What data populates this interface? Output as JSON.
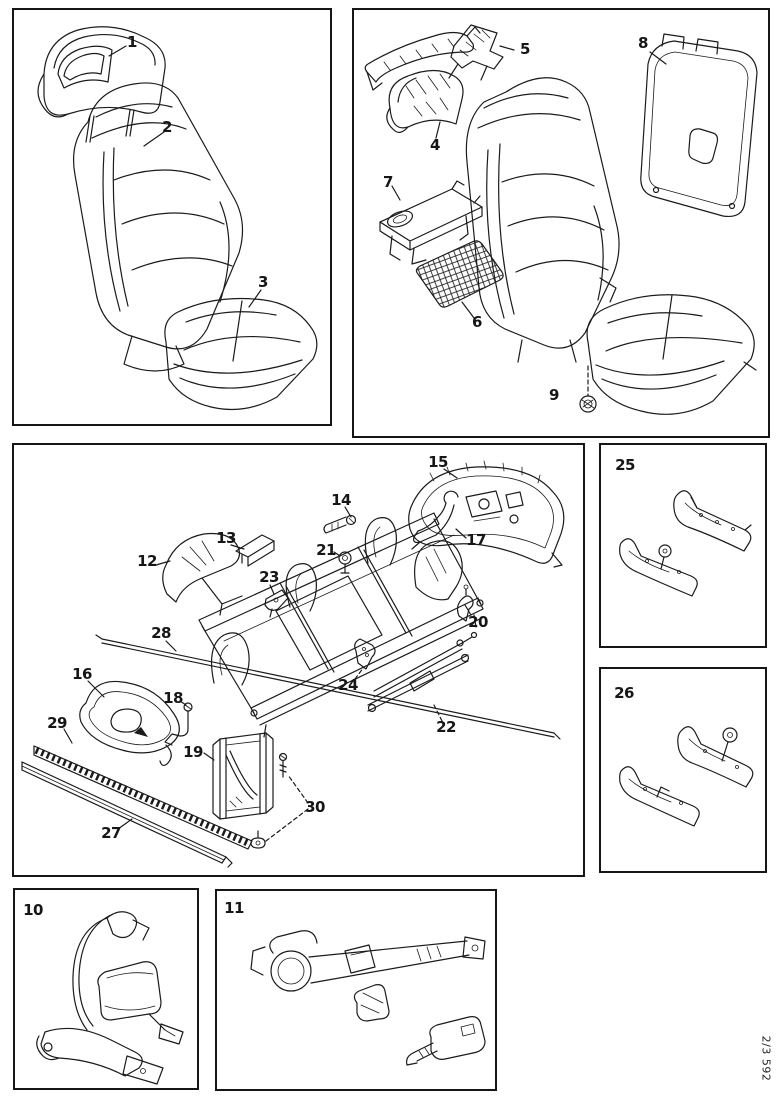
{
  "page": {
    "footer_code": "2/3 592"
  },
  "colors": {
    "ink": "#1b1b1b",
    "paper": "#ffffff"
  },
  "panels": {
    "seat_assembly": {
      "callouts": [
        {
          "label": "1"
        },
        {
          "label": "2"
        },
        {
          "label": "3"
        }
      ]
    },
    "backrest_exploded": {
      "callouts": [
        {
          "label": "4"
        },
        {
          "label": "5"
        },
        {
          "label": "6"
        },
        {
          "label": "7"
        },
        {
          "label": "8"
        },
        {
          "label": "9"
        }
      ]
    },
    "frame_exploded": {
      "callouts": [
        {
          "label": "12"
        },
        {
          "label": "13"
        },
        {
          "label": "14"
        },
        {
          "label": "15"
        },
        {
          "label": "16"
        },
        {
          "label": "17"
        },
        {
          "label": "18"
        },
        {
          "label": "19"
        },
        {
          "label": "20"
        },
        {
          "label": "21"
        },
        {
          "label": "22"
        },
        {
          "label": "23"
        },
        {
          "label": "24"
        },
        {
          "label": "27"
        },
        {
          "label": "28"
        },
        {
          "label": "29"
        },
        {
          "label": "30"
        }
      ]
    },
    "trim_upper": {
      "callouts": [
        {
          "label": "25"
        }
      ]
    },
    "trim_lower": {
      "callouts": [
        {
          "label": "26"
        }
      ]
    },
    "belt_left": {
      "callouts": [
        {
          "label": "10"
        }
      ]
    },
    "belt_right": {
      "callouts": [
        {
          "label": "11"
        }
      ]
    }
  }
}
